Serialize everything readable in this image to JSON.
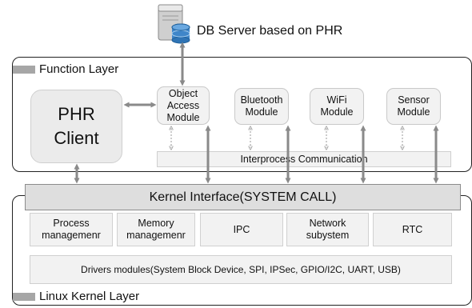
{
  "database": {
    "label": "DB Server based on PHR",
    "icon": "database-server-icon"
  },
  "function_layer": {
    "title": "Function Layer",
    "client": "PHR\nClient",
    "modules": [
      "Object\nAccess\nModule",
      "Bluetooth\nModule",
      "WiFi\nModule",
      "Sensor\nModule"
    ],
    "ipc": "Interprocess Communication"
  },
  "kernel_interface": "Kernel Interface(SYSTEM CALL)",
  "linux_kernel_layer": {
    "title": "Linux Kernel Layer",
    "subsystems": [
      "Process\nmanagemenr",
      "Memory\nmanagemenr",
      "IPC",
      "Network\nsubystem",
      "RTC"
    ],
    "drivers": "Drivers modules(System Block Device, SPI, IPSec, GPIO/I2C, UART, USB)"
  },
  "colors": {
    "arrow": "#8a8a8a",
    "dashed_arrow": "#9a9a9a",
    "layer_tag": "#a6a6a6",
    "box_fill": "#f2f2f2",
    "kernel_fill": "#dedede"
  }
}
